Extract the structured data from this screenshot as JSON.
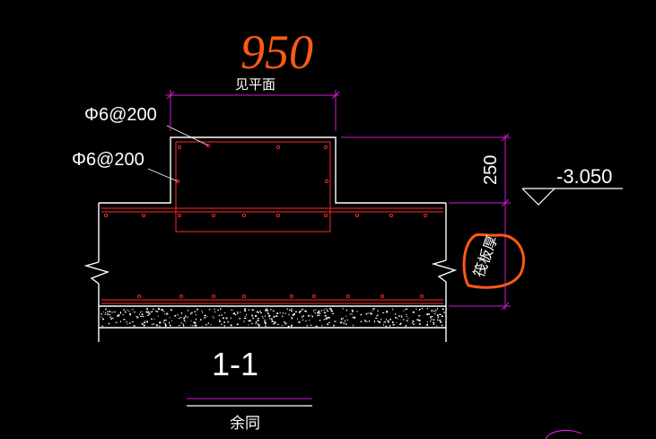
{
  "drawing": {
    "handwritten_dim": "950",
    "label_plan": "见平面",
    "rebar_label_1": "Φ6@200",
    "rebar_label_2": "Φ6@200",
    "dim_250": "250",
    "elevation": "-3.050",
    "slab_note": "筏板厚",
    "section_title": "1-1",
    "footnote": "余同"
  },
  "colors": {
    "background": "#000000",
    "outline": "#ffffff",
    "rebar": "#ff2a2a",
    "dimension": "#d21ad2",
    "markup": "#ff5a14",
    "text": "#ffffff"
  }
}
